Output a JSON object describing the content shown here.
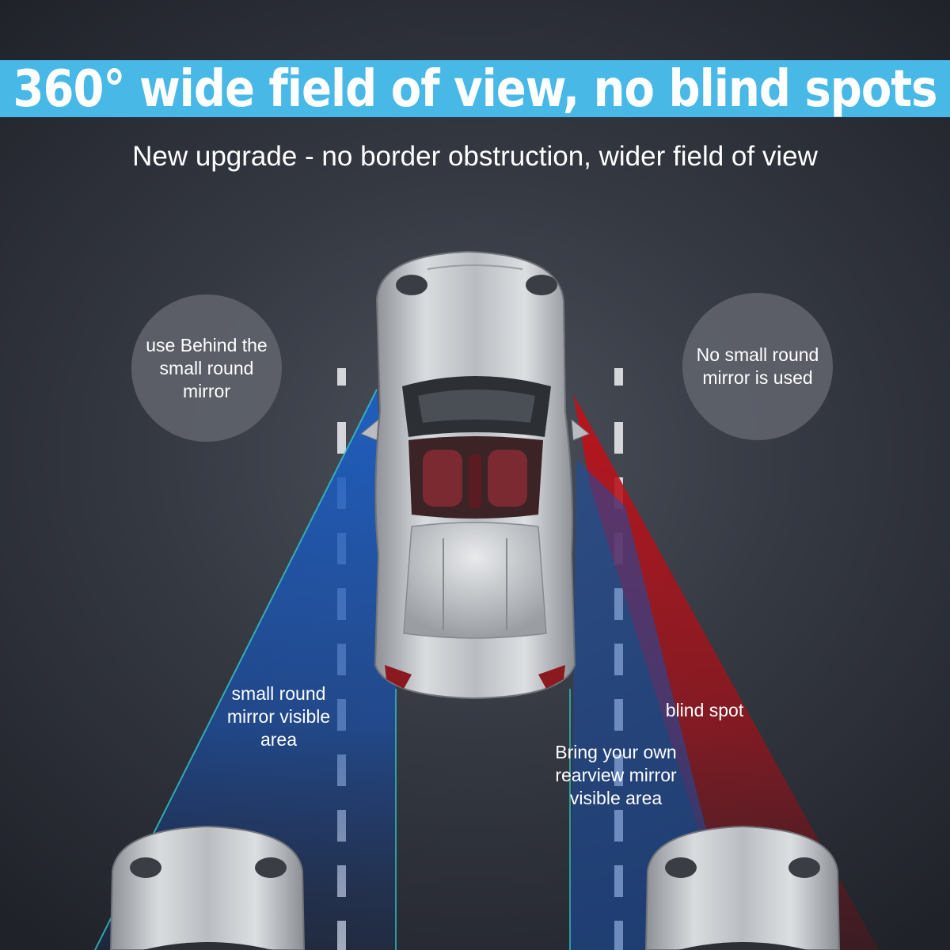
{
  "header": {
    "title": "360° wide field of view, no blind spots",
    "subtitle": "New upgrade - no border obstruction, wider field of view"
  },
  "callouts": {
    "left_bubble": "use Behind the small round mirror",
    "right_bubble": "No small round mirror is used"
  },
  "zone_labels": {
    "small_mirror_area": "small round mirror visible area",
    "blind_spot": "blind spot",
    "own_mirror_area": "Bring your own rearview mirror visible area"
  },
  "colors": {
    "banner": "#48b9e6",
    "blue_zone": "#1a56b8",
    "red_zone": "#b0141c",
    "car_body": "#c2c6ca"
  }
}
